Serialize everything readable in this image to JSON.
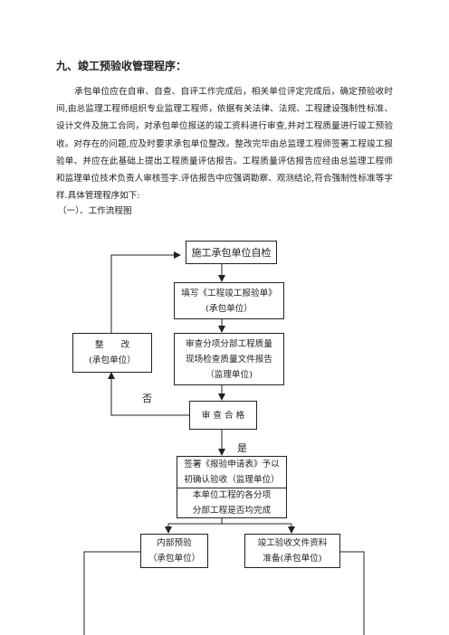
{
  "document": {
    "heading": "九、竣工预验收管理程序：",
    "paragraph": "承包单位应在自审、自查、自评工作完成后，相关单位评定完成后，确定预验收时间,由总监理工程师组织专业监理工程师，依据有关法律、法规、工程建设强制性标准、设计文件及施工合同，对承包单位报送的竣工资料进行审查,并对工程质量进行竣工预验收。对存在的问题,应及时要求承包单位整改。整改完毕由总监理工程师签署工程竣工报验单、并应在此基础上提出工程质量评估报告。工程质量评估报告应经由总监理工程师和监理单位技术负责人审核签字.评估报告中应强调勘察、观测结论,符合强制性标准等字样.具体管理程序如下:",
    "subheading": "（一）、工作流程图"
  },
  "flowchart": {
    "node_self_check": "施工承包单位自检",
    "node_fill_form_line1": "填写《工程竣工报验单》",
    "node_fill_form_line2": "(承包单位）",
    "node_rectify_line1": "整　　改",
    "node_rectify_line2": "(承包单位）",
    "node_review_line1": "审查分项分部工程质量",
    "node_review_line2": "现场检查质量文件报告",
    "node_review_line3": "（监理单位)",
    "node_pass": "审 查 合 格",
    "label_no": "否",
    "label_yes": "是",
    "node_sign_line1": "签署《报验申请表》予以",
    "node_sign_line2": "初确认验收（监理单位）",
    "node_complete_line1": "本单位工程的各分项",
    "node_complete_line2": "分部工程是否均完成",
    "node_internal_line1": "内部预验",
    "node_internal_line2": "（承包单位）",
    "node_docs_line1": "竣工验收文件资料",
    "node_docs_line2": "准备(承包单位)"
  }
}
